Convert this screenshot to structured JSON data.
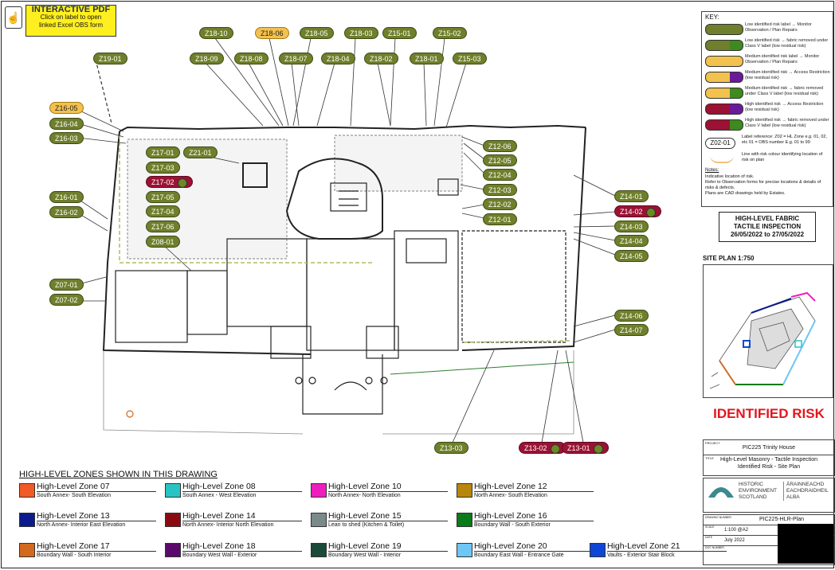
{
  "banner": {
    "title": "INTERACTIVE PDF",
    "line1": "Click on label to open",
    "line2": "linked Excel OBS form"
  },
  "labels": [
    {
      "id": "Z18-10",
      "risk": "low"
    },
    {
      "id": "Z18-06",
      "risk": "medium"
    },
    {
      "id": "Z18-05",
      "risk": "low"
    },
    {
      "id": "Z18-03",
      "risk": "low"
    },
    {
      "id": "Z15-01",
      "risk": "low"
    },
    {
      "id": "Z15-02",
      "risk": "low"
    },
    {
      "id": "Z19-01",
      "risk": "low"
    },
    {
      "id": "Z18-09",
      "risk": "low"
    },
    {
      "id": "Z18-08",
      "risk": "low"
    },
    {
      "id": "Z18-07",
      "risk": "low"
    },
    {
      "id": "Z18-04",
      "risk": "low"
    },
    {
      "id": "Z18-02",
      "risk": "low"
    },
    {
      "id": "Z18-01",
      "risk": "low"
    },
    {
      "id": "Z15-03",
      "risk": "low"
    },
    {
      "id": "Z16-05",
      "risk": "medium"
    },
    {
      "id": "Z16-04",
      "risk": "low"
    },
    {
      "id": "Z16-03",
      "risk": "low"
    },
    {
      "id": "Z17-01",
      "risk": "low"
    },
    {
      "id": "Z17-03",
      "risk": "low"
    },
    {
      "id": "Z17-02",
      "risk": "high"
    },
    {
      "id": "Z21-01",
      "risk": "low"
    },
    {
      "id": "Z17-05",
      "risk": "low"
    },
    {
      "id": "Z17-04",
      "risk": "low"
    },
    {
      "id": "Z17-06",
      "risk": "low"
    },
    {
      "id": "Z16-01",
      "risk": "low"
    },
    {
      "id": "Z16-02",
      "risk": "low"
    },
    {
      "id": "Z08-01",
      "risk": "low"
    },
    {
      "id": "Z07-01",
      "risk": "low"
    },
    {
      "id": "Z07-02",
      "risk": "low"
    },
    {
      "id": "Z12-06",
      "risk": "low"
    },
    {
      "id": "Z12-05",
      "risk": "low"
    },
    {
      "id": "Z12-04",
      "risk": "low"
    },
    {
      "id": "Z12-03",
      "risk": "low"
    },
    {
      "id": "Z12-02",
      "risk": "low"
    },
    {
      "id": "Z12-01",
      "risk": "low"
    },
    {
      "id": "Z14-01",
      "risk": "low"
    },
    {
      "id": "Z14-02",
      "risk": "high"
    },
    {
      "id": "Z14-03",
      "risk": "low"
    },
    {
      "id": "Z14-04",
      "risk": "low"
    },
    {
      "id": "Z14-05",
      "risk": "low"
    },
    {
      "id": "Z14-06",
      "risk": "low"
    },
    {
      "id": "Z14-07",
      "risk": "low"
    },
    {
      "id": "Z13-03",
      "risk": "low"
    },
    {
      "id": "Z13-02",
      "risk": "high"
    },
    {
      "id": "Z13-01",
      "risk": "high"
    }
  ],
  "key": {
    "title": "KEY:",
    "rows": [
      {
        "text": "Low identified risk label → Monitor Observation / Plan Repairs",
        "color": "#6f7f2b",
        "color2": "#6f7f2b"
      },
      {
        "text": "Low identified risk → fabric removed under Class V label (low residual risk)",
        "color": "#6f7f2b",
        "color2": "#3e8a1e"
      },
      {
        "text": "Medium identified risk label → Monitor Observation / Plan Repairs",
        "color": "#f2c14e",
        "color2": "#f2c14e"
      },
      {
        "text": "Medium identified risk → Access Restriction (low residual risk)",
        "color": "#f2c14e",
        "color2": "#6a1b9a"
      },
      {
        "text": "Medium identified risk → fabric removed under Class V label (low residual risk)",
        "color": "#f2c14e",
        "color2": "#3e8a1e"
      },
      {
        "text": "High identified risk → Access Restriction (low residual risk)",
        "color": "#9b1234",
        "color2": "#6a1b9a"
      },
      {
        "text": "High identified risk → fabric removed under Class V label (low residual risk)",
        "color": "#9b1234",
        "color2": "#3e8a1e"
      }
    ],
    "ref_label": "Z02-01",
    "ref_text": "Label reference: Z02 = HL Zone e.g. 01, 02, etc 01 = OBS number E.g. 01 to 99",
    "line_text": "Line with risk colour identifying location of risk on plan",
    "notes_title": "Notes:",
    "notes": [
      "Indicative location of risk.",
      "Refer to Observation forms for precise locations & details of risks & defects.",
      "Plans are CAD drawings held by Estates."
    ]
  },
  "title_block": {
    "line1": "HIGH-LEVEL FABRIC",
    "line2": "TACTILE INSPECTION",
    "line3": "26/05/2022 to 27/05/2022"
  },
  "site_plan_label": "SITE PLAN 1:750",
  "identified_risk": "IDENTIFIED RISK",
  "project": {
    "label": "PROJECT",
    "name": "PIC225 Trinity House",
    "title_label": "TITLE",
    "title1": "High-Level Masonry - Tactile Inspection",
    "title2": "Identified Risk - Site Plan"
  },
  "hes": {
    "line1": "HISTORIC",
    "line2": "ENVIRONMENT",
    "line3": "SCOTLAND",
    "gline1": "ÀRAINNEACHD",
    "gline2": "EACHDRAIDHEIL",
    "gline3": "ALBA"
  },
  "meta": {
    "drawing_no_label": "DRAWING NUMBER",
    "drawing_no": "PIC225-HLR-Plan",
    "scale_label": "SCALE",
    "scale": "1:100 @A2",
    "date_label": "DATE",
    "date": "July 2022",
    "doc_label": "DOC NUMBER"
  },
  "legend": {
    "title": "HIGH-LEVEL ZONES SHOWN IN THIS DRAWING",
    "zones": [
      {
        "name": "High-Level Zone 07",
        "desc": "South Annex- South Elevation",
        "color": "#f15a24"
      },
      {
        "name": "High-Level Zone 08",
        "desc": "South Annex - West Elevation",
        "color": "#29c3c3"
      },
      {
        "name": "High-Level Zone 10",
        "desc": "North Annex- North Elevation",
        "color": "#ee1ebe"
      },
      {
        "name": "High-Level Zone 12",
        "desc": "North Annex- South Elevation",
        "color": "#b8860b"
      },
      {
        "name": "High-Level Zone 13",
        "desc": "North Annex- Interior East Elevation",
        "color": "#0b1a8c"
      },
      {
        "name": "High-Level Zone 14",
        "desc": "North Annex- Interior North Elevation",
        "color": "#8b0a12"
      },
      {
        "name": "High-Level Zone 15",
        "desc": "Lean to shed (Kitchen & Toilet)",
        "color": "#7a8a8a"
      },
      {
        "name": "High-Level Zone 16",
        "desc": "Boundary Wall - South Exterior",
        "color": "#0a7a1a"
      },
      {
        "name": "High-Level Zone 17",
        "desc": "Boundary Wall - South Interior",
        "color": "#d2691e"
      },
      {
        "name": "High-Level Zone 18",
        "desc": "Boundary West Wall - Exterior",
        "color": "#5a0a6a"
      },
      {
        "name": "High-Level Zone 19",
        "desc": "Boundary West Wall - Interior",
        "color": "#1a4a3a"
      },
      {
        "name": "High-Level Zone 20",
        "desc": "Boundary East Wall - Entrance Gate",
        "color": "#6ec6f5"
      },
      {
        "name": "High-Level Zone 21",
        "desc": "Vaults - Exterior Stair Block",
        "color": "#1046d6"
      }
    ]
  }
}
